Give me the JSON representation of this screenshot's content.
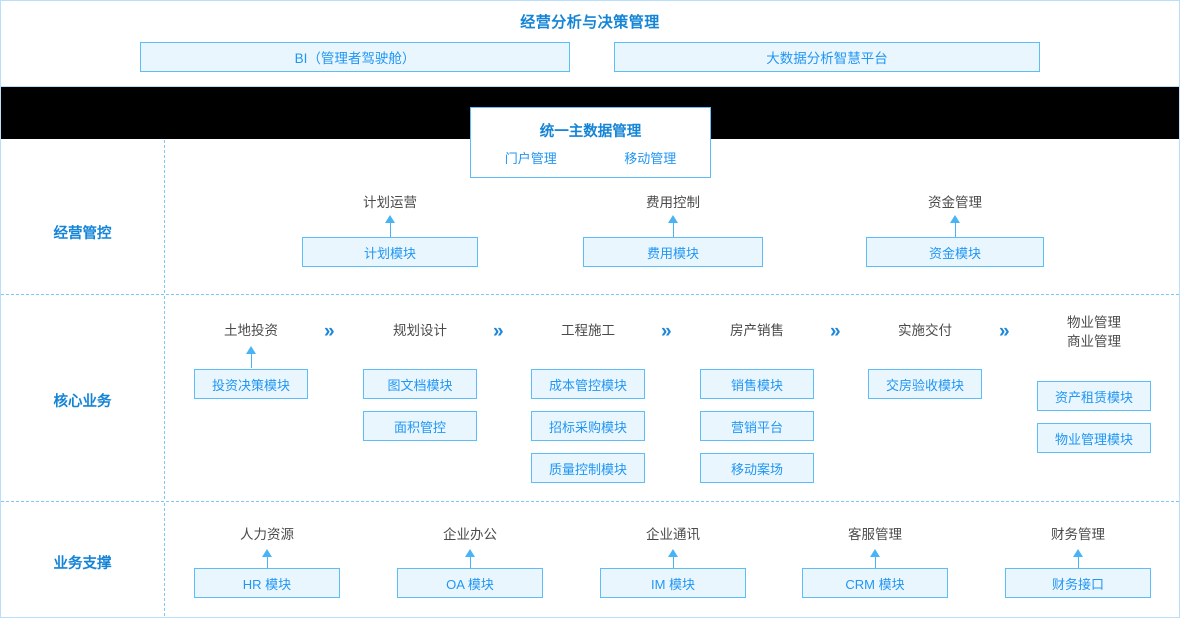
{
  "top": {
    "title": "经营分析与决策管理",
    "boxes": [
      {
        "label": "BI（管理者驾驶舱）"
      },
      {
        "label": "大数据分析智慧平台"
      }
    ]
  },
  "master_data": {
    "title": "统一主数据管理",
    "sub_items": [
      {
        "label": "门户管理"
      },
      {
        "label": "移动管理"
      }
    ]
  },
  "tiers": [
    {
      "id": "governance",
      "label": "经营管控",
      "columns": [
        {
          "caption": "计划运营",
          "caption2": "",
          "modules": [
            {
              "label": "计划模块"
            }
          ]
        },
        {
          "caption": "费用控制",
          "caption2": "",
          "modules": [
            {
              "label": "费用模块"
            }
          ]
        },
        {
          "caption": "资金管理",
          "caption2": "",
          "modules": [
            {
              "label": "资金模块"
            }
          ]
        }
      ]
    },
    {
      "id": "core",
      "label": "核心业务",
      "columns": [
        {
          "caption": "土地投资",
          "caption2": "",
          "modules": [
            {
              "label": "投资决策模块"
            }
          ]
        },
        {
          "caption": "规划设计",
          "caption2": "",
          "modules": [
            {
              "label": "图文档模块"
            },
            {
              "label": "面积管控"
            }
          ]
        },
        {
          "caption": "工程施工",
          "caption2": "",
          "modules": [
            {
              "label": "成本管控模块"
            },
            {
              "label": "招标采购模块"
            },
            {
              "label": "质量控制模块"
            }
          ]
        },
        {
          "caption": "房产销售",
          "caption2": "",
          "modules": [
            {
              "label": "销售模块"
            },
            {
              "label": "营销平台"
            },
            {
              "label": "移动案场"
            }
          ]
        },
        {
          "caption": "实施交付",
          "caption2": "",
          "modules": [
            {
              "label": "交房验收模块"
            }
          ]
        },
        {
          "caption": "物业管理",
          "caption2": "商业管理",
          "modules": [
            {
              "label": "资产租赁模块"
            },
            {
              "label": "物业管理模块"
            }
          ]
        }
      ],
      "separators": [
        {
          "glyph": "»"
        },
        {
          "glyph": "»"
        },
        {
          "glyph": "»"
        },
        {
          "glyph": "»"
        },
        {
          "glyph": "»"
        }
      ]
    },
    {
      "id": "support",
      "label": "业务支撑",
      "columns": [
        {
          "caption": "人力资源",
          "caption2": "",
          "modules": [
            {
              "label": "HR 模块"
            }
          ]
        },
        {
          "caption": "企业办公",
          "caption2": "",
          "modules": [
            {
              "label": "OA 模块"
            }
          ]
        },
        {
          "caption": "企业通讯",
          "caption2": "",
          "modules": [
            {
              "label": "IM 模块"
            }
          ]
        },
        {
          "caption": "客服管理",
          "caption2": "",
          "modules": [
            {
              "label": "CRM 模块"
            }
          ]
        },
        {
          "caption": "财务管理",
          "caption2": "",
          "modules": [
            {
              "label": "财务接口"
            }
          ]
        }
      ]
    }
  ],
  "colors": {
    "accent": "#1484d6",
    "module_border": "#5cbdf9",
    "module_fill": "#eaf6fe",
    "module_text": "#2196f3",
    "caption_text": "#4b4b4b",
    "dash_line": "#7ec8f5",
    "band_black": "#000000"
  }
}
